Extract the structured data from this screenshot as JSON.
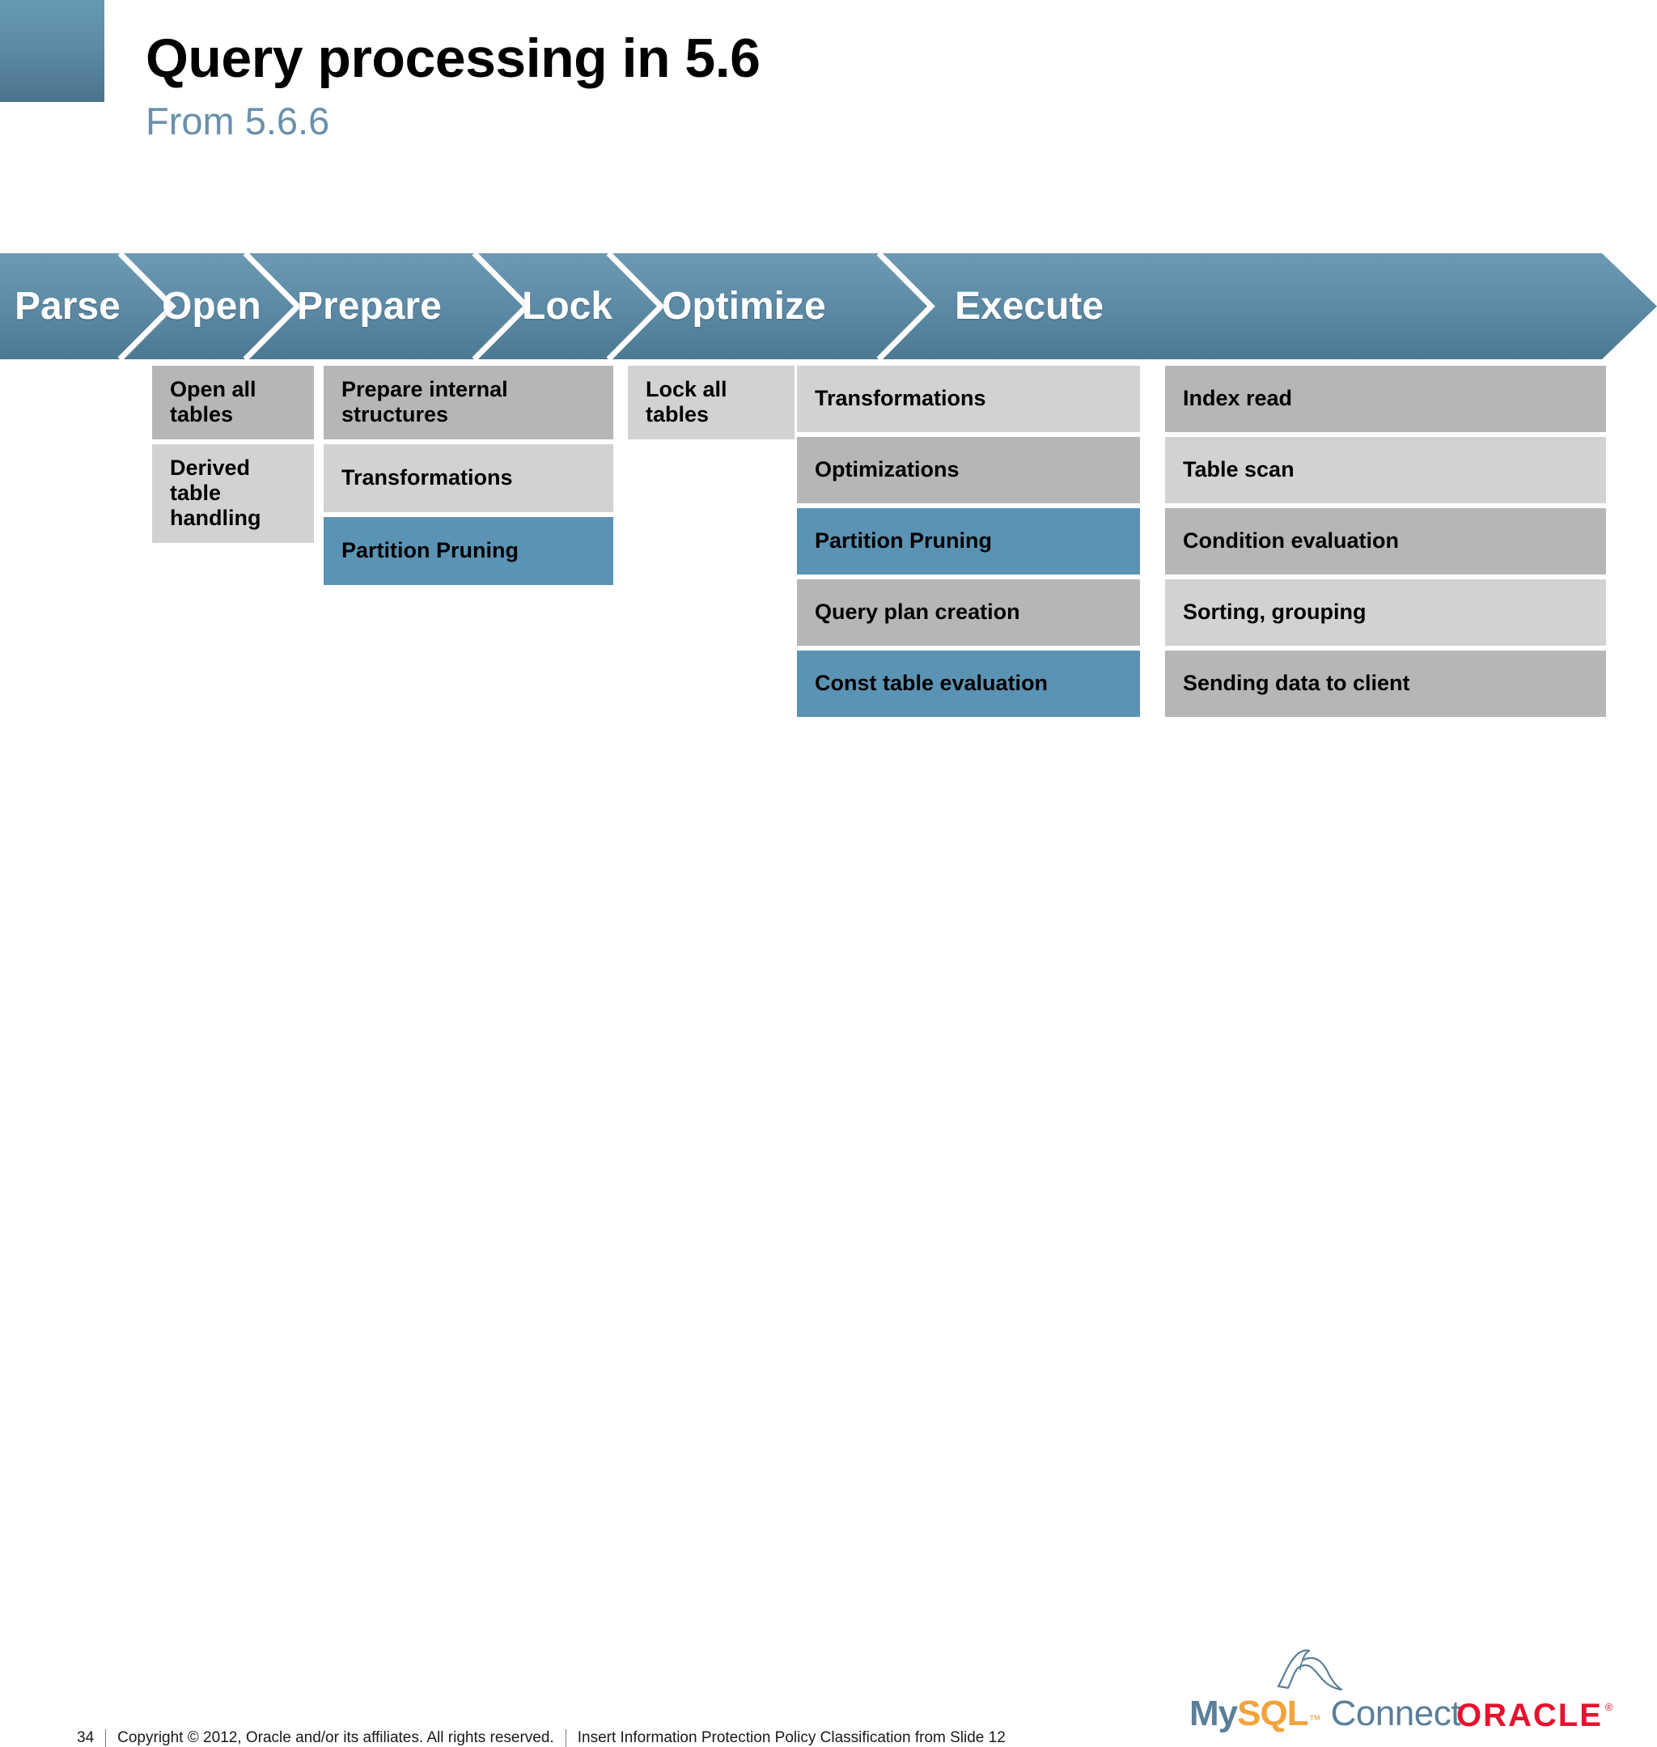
{
  "slide": {
    "title": "Query processing in 5.6",
    "subtitle": "From 5.6.6"
  },
  "colors": {
    "accent_blue": "#5b93b4",
    "banner_blue": "#5d8ba6",
    "subtitle_blue": "#6a90ab",
    "box_dark_gray": "#b6b6b6",
    "box_light_gray": "#d2d2d2",
    "oracle_red": "#e8112d",
    "mysql_blue": "#5a7f99",
    "mysql_orange": "#f2a33c"
  },
  "process": {
    "stages": [
      {
        "label": "Parse"
      },
      {
        "label": "Open"
      },
      {
        "label": "Prepare"
      },
      {
        "label": "Lock"
      },
      {
        "label": "Optimize"
      },
      {
        "label": "Execute"
      }
    ]
  },
  "columns": {
    "parse": {
      "items": []
    },
    "open": {
      "items": [
        {
          "label": "Open all tables",
          "tone": "dark"
        },
        {
          "label": "Derived table handling",
          "tone": "light"
        }
      ]
    },
    "prepare": {
      "items": [
        {
          "label": "Prepare internal structures",
          "tone": "dark"
        },
        {
          "label": "Transformations",
          "tone": "light"
        },
        {
          "label": "Partition Pruning",
          "tone": "accent"
        }
      ]
    },
    "lock": {
      "items": [
        {
          "label": "Lock all tables",
          "tone": "light"
        }
      ]
    },
    "optimize": {
      "items": [
        {
          "label": "Transformations",
          "tone": "light"
        },
        {
          "label": "Optimizations",
          "tone": "dark"
        },
        {
          "label": "Partition Pruning",
          "tone": "accent"
        },
        {
          "label": "Query plan creation",
          "tone": "dark"
        },
        {
          "label": "Const table evaluation",
          "tone": "accent"
        }
      ]
    },
    "execute": {
      "items": [
        {
          "label": "Index read",
          "tone": "dark"
        },
        {
          "label": "Table scan",
          "tone": "light"
        },
        {
          "label": "Condition evaluation",
          "tone": "dark"
        },
        {
          "label": "Sorting, grouping",
          "tone": "light"
        },
        {
          "label": "Sending data to client",
          "tone": "dark"
        }
      ]
    }
  },
  "footer": {
    "slide_number": "34",
    "copyright": "Copyright © 2012, Oracle and/or its affiliates. All rights reserved.",
    "classification": "Insert Information Protection Policy Classification from Slide 12"
  },
  "logos": {
    "mysql": {
      "my": "My",
      "sql": "SQL",
      "tm": "™",
      "connect": "Connect"
    },
    "oracle": {
      "word": "ORACLE",
      "reg": "®"
    }
  }
}
